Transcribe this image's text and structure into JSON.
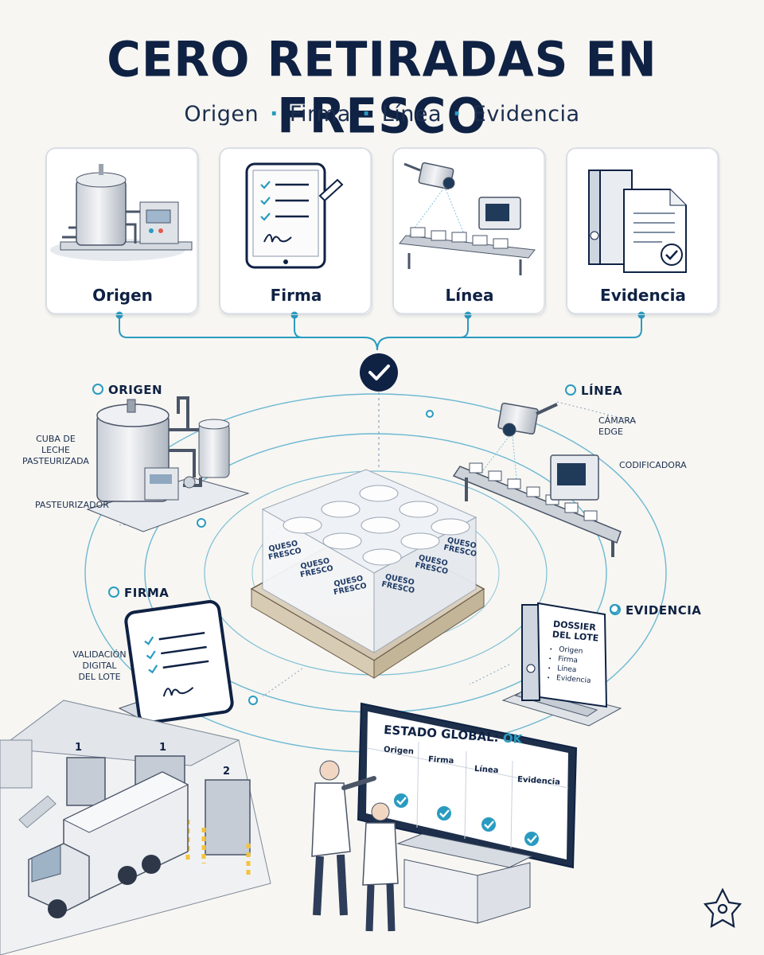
{
  "header": {
    "title": "CERO RETIRADAS EN FRESCO",
    "subtitle_items": [
      "Origen",
      "Firma",
      "Línea",
      "Evidencia"
    ]
  },
  "cards": [
    {
      "label": "Origen",
      "icon": "pasteurization-tank-icon"
    },
    {
      "label": "Firma",
      "icon": "tablet-signature-icon"
    },
    {
      "label": "Línea",
      "icon": "camera-conveyor-icon"
    },
    {
      "label": "Evidencia",
      "icon": "document-binder-icon"
    }
  ],
  "sections": {
    "origen": {
      "title": "ORIGEN",
      "labels": [
        "CUBA DE\nLECHE\nPASTEURIZADA",
        "PASTEURIZADOR"
      ]
    },
    "linea": {
      "title": "LÍNEA",
      "labels": [
        "CÁMARA\nEDGE",
        "CODIFICADORA"
      ]
    },
    "firma": {
      "title": "FIRMA",
      "labels": [
        "VALIDACIÓN\nDIGITAL\nDEL LOTE"
      ]
    },
    "evidencia": {
      "title": "EVIDENCIA",
      "dossier_title": "DOSSIER\nDEL LOTE",
      "dossier_items": [
        "Origen",
        "Firma",
        "Línea",
        "Evidencia"
      ]
    }
  },
  "product_label": "QUESO\nFRESCO",
  "monitor": {
    "title": "ESTADO GLOBAL:",
    "status": "OK",
    "columns": [
      "Origen",
      "Firma",
      "Línea",
      "Evidencia"
    ]
  },
  "dock_numbers": [
    "1",
    "1",
    "2"
  ],
  "colors": {
    "navy": "#0f2244",
    "accent": "#2a9bc0",
    "background": "#f7f6f2",
    "card": "#ffffff"
  }
}
